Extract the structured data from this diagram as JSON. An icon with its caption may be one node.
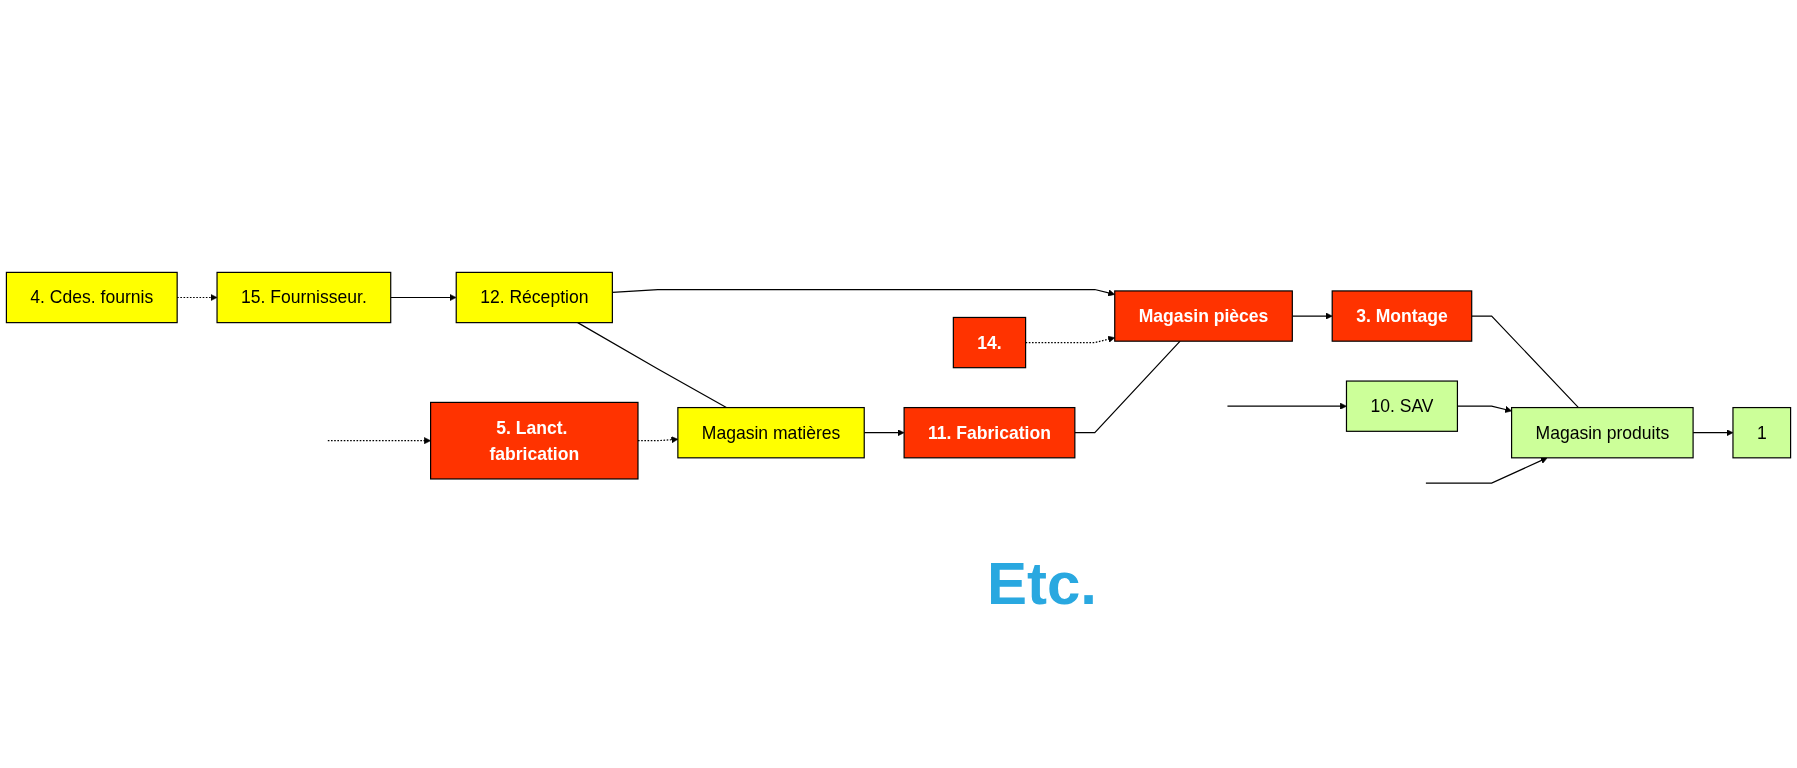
{
  "diagram": {
    "nodes": [
      {
        "text": [
          "12. Réception"
        ]
      },
      {
        "text": [
          "Magasin matières"
        ]
      },
      {
        "text": [
          "11. Fabrication"
        ]
      },
      {
        "text": [
          "Magasin pièces"
        ]
      },
      {
        "text": [
          "3. Montage"
        ]
      },
      {
        "text": [
          "Magasin produits"
        ]
      },
      {
        "text": [
          "1"
        ]
      },
      {
        "text": [
          "10. SAV"
        ]
      },
      {
        "text": [
          "5. Lanct. fabrication"
        ]
      },
      {
        "text": [
          "14."
        ]
      },
      {
        "text": [
          "15. Fournisseur."
        ]
      },
      {
        "text": [
          "4. Cdes. fournis"
        ]
      }
    ],
    "edges": [
      {
        "from": 0,
        "to": 1,
        "arrow": "none"
      },
      {
        "from": 1,
        "to": 2,
        "arrow": "to"
      },
      {
        "from": 2,
        "to": 3,
        "arrow": "none"
      },
      {
        "from": 3,
        "to": 4,
        "arrow": "to"
      },
      {
        "from": 4,
        "to": 5,
        "arrow": "none"
      },
      {
        "from": 5,
        "to": 6,
        "arrow": "to"
      },
      {
        "from": 0,
        "to": 3,
        "arrow": "to"
      },
      {
        "from": 7,
        "to": 5,
        "arrow": "to"
      },
      {
        "from": null,
        "to": 7,
        "arrow": "to"
      },
      {
        "from": 8,
        "to": 1,
        "arrow": "to",
        "style": "dashed"
      },
      {
        "from": 9,
        "to": 3,
        "arrow": "to",
        "style": "dashed"
      },
      {
        "from": null,
        "to": 8,
        "arrow": "to",
        "style": "dashed"
      },
      {
        "from": 10,
        "to": 0,
        "arrow": "to"
      },
      {
        "from": 11,
        "to": 10,
        "arrow": "to",
        "style": "dashed"
      },
      {
        "from": null,
        "to": 5,
        "arrow": "to"
      }
    ],
    "labels": [
      "Etc."
    ]
  }
}
